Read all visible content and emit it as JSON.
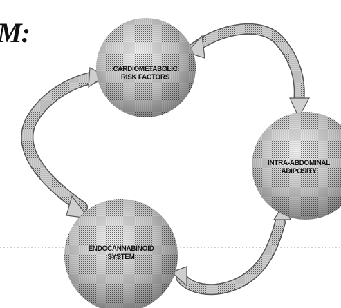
{
  "heading_fragment": "M:",
  "nodes": [
    {
      "id": "cardiometabolic",
      "lines": [
        "CARDIOMETABOLIC",
        "RISK FACTORS"
      ]
    },
    {
      "id": "intra-abdominal",
      "lines": [
        "INTRA-ABDOMINAL",
        "ADIPOSITY"
      ]
    },
    {
      "id": "endocannabinoid",
      "lines": [
        "ENDOCANNABINOID",
        "SYSTEM"
      ]
    }
  ],
  "colors": {
    "background": "#ffffff",
    "sphere_light": "#eeeeee",
    "sphere_dark": "#8a8a8a",
    "arrow_fill": "#c8c8c8",
    "arrow_stroke": "#555555",
    "text": "#111111",
    "divider": "#9a9a9a"
  }
}
